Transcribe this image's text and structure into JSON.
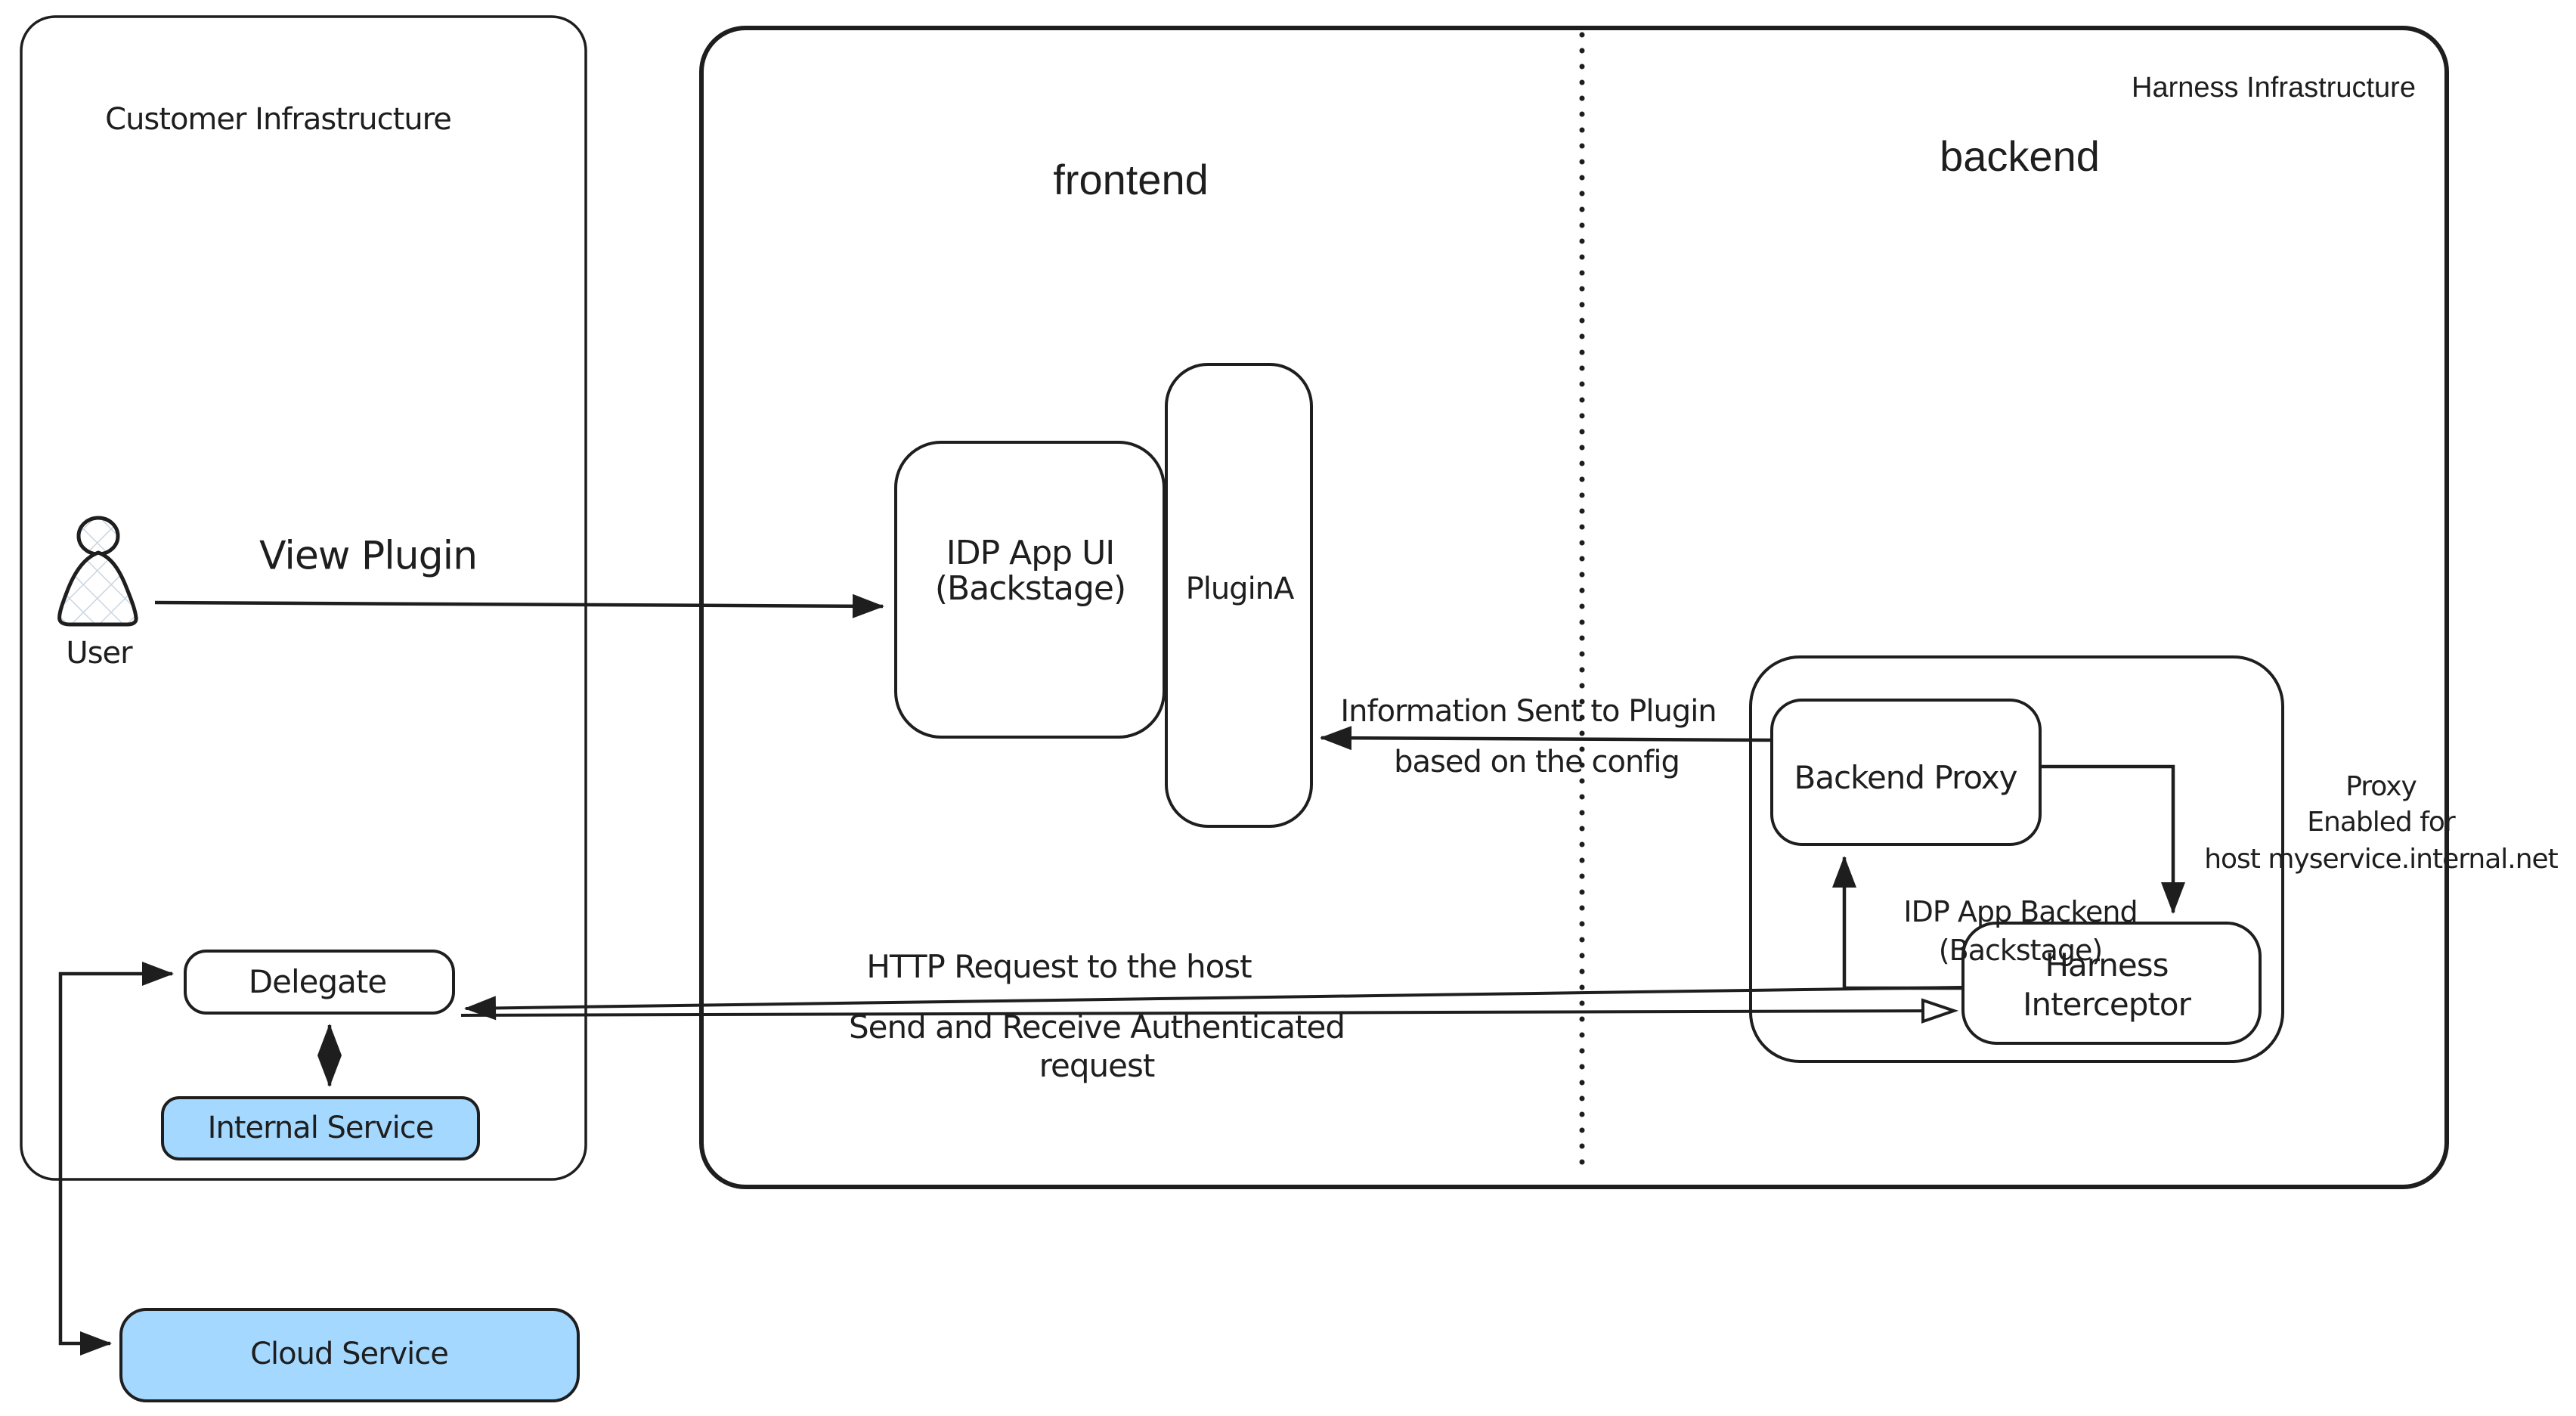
{
  "diagram": {
    "zones": {
      "customer": {
        "label": "Customer Infrastructure"
      },
      "harness": {
        "label": "Harness Infrastructure"
      },
      "sections": {
        "frontend": "frontend",
        "backend": "backend"
      }
    },
    "nodes": {
      "user": {
        "label": "User"
      },
      "idp_app_ui": {
        "line1": "IDP App UI",
        "line2": "(Backstage)"
      },
      "plugin_a": {
        "label": "PluginA"
      },
      "backend_proxy": {
        "label": "Backend Proxy"
      },
      "idp_app_backend": {
        "line1": "IDP App Backend",
        "line2": "(Backstage)"
      },
      "harness_interceptor": {
        "line1": "Harness",
        "line2": "Interceptor"
      },
      "delegate": {
        "label": "Delegate"
      },
      "internal_service": {
        "label": "Internal Service"
      },
      "cloud_service": {
        "label": "Cloud Service"
      }
    },
    "edges": {
      "view_plugin": "View Plugin",
      "info_sent_line1": "Information Sent to Plugin",
      "info_sent_line2": "based on the config",
      "http_request": "HTTP Request to the host",
      "send_receive_line1": "Send and Receive Authenticated",
      "send_receive_line2": "request",
      "proxy_enabled_line1": "Proxy",
      "proxy_enabled_line2": "Enabled for",
      "proxy_enabled_line3": "host myservice.internal.net"
    },
    "colors": {
      "stroke": "#1e1e1e",
      "service_fill": "#a5d8ff",
      "hatch": "#c9d6e2",
      "background": "#ffffff"
    }
  }
}
